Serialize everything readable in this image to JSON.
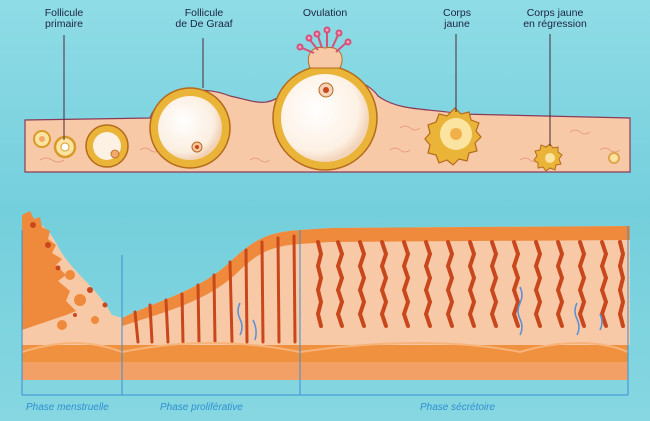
{
  "labels": {
    "follicule_primaire": "Follicule\nprimaire",
    "follicule_de_graaf": "Follicule\nde De Graaf",
    "ovulation": "Ovulation",
    "corps_jaune": "Corps\njaune",
    "corps_jaune_regression": "Corps jaune\nen régression"
  },
  "phases": {
    "menstruelle": "Phase menstruelle",
    "proliferative": "Phase proliférative",
    "secretoire": "Phase sécrétoire"
  },
  "colors": {
    "background": "#7fd4df",
    "tissue": "#f7c9a6",
    "tissue_dark": "#ef8a3c",
    "follicle_ring": "#e9b437",
    "follicle_inner": "#fbe3a0",
    "gland": "#c9471c",
    "vessel_blue": "#5b8fd8",
    "phase_text": "#2f8fd0",
    "label_text": "#1c2440"
  }
}
